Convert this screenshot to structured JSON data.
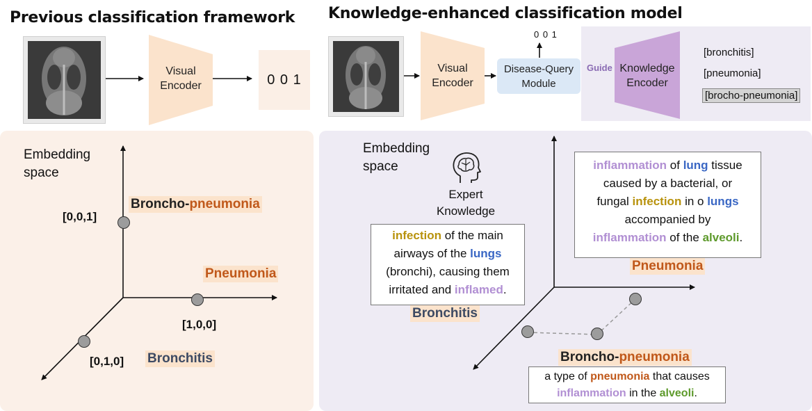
{
  "left": {
    "title": "Previous classification framework",
    "visual_encoder": [
      "Visual",
      "Encoder"
    ],
    "output": "0 0 1",
    "embedding_label": [
      "Embedding",
      "space"
    ],
    "coords": {
      "z": "[0,0,1]",
      "x": "[1,0,0]",
      "y": "[0,1,0]"
    },
    "labels": {
      "broncho_prefix": "Broncho-",
      "broncho_suffix": "pneumonia",
      "pneumonia": "Pneumonia",
      "bronchitis": "Bronchitis"
    }
  },
  "right": {
    "title": "Knowledge-enhanced classification model",
    "visual_encoder": [
      "Visual",
      "Encoder"
    ],
    "output": "0 0 1",
    "dqm": [
      "Disease-Query",
      "Module"
    ],
    "guide": "Guide",
    "knowledge_encoder": [
      "Knowledge",
      "Encoder"
    ],
    "knowledge_items": [
      "[bronchitis]",
      "[pneumonia]",
      "[brocho-pneumonia]"
    ],
    "embedding_label": [
      "Embedding",
      "space"
    ],
    "expert_knowledge": [
      "Expert",
      "Knowledge"
    ],
    "bronchitis_def": {
      "l1a": "infection",
      "l1b": " of the main",
      "l2a": "airways of the  ",
      "l2b": "lungs",
      "l3": "(bronchi), causing them",
      "l4a": "irritated and ",
      "l4b": "inflamed",
      "l4c": ".",
      "label": "Bronchitis"
    },
    "pneumonia_def": {
      "l1a": "inflammation",
      "l1b": " of ",
      "l1c": "lung",
      "l1d": " tissue",
      "l2": "caused by a  bacterial, or",
      "l3a": "fungal ",
      "l3b": "infection",
      "l3c": " in o ",
      "l3d": "lungs",
      "l4": "accompanied by",
      "l5a": "inflammation",
      "l5b": " of the ",
      "l5c": "alveoli",
      "l5d": ".",
      "label": "Pneumonia"
    },
    "broncho_def": {
      "label_prefix": "Broncho-",
      "label_suffix": "pneumonia",
      "l1a": "a type of ",
      "l1b": "pneumonia",
      "l1c": " that causes",
      "l2a": "inflammation",
      "l2b": " in the ",
      "l2c": "alveoli",
      "l2d": "."
    }
  },
  "colors": {
    "encoder": "#fbe3cc",
    "left_panel": "#fbf0e8",
    "right_panel": "#eeebf4",
    "knowledge_encoder": "#c9a5d8",
    "dqm": "#dbe8f6",
    "output_box": "#fbefe6"
  }
}
